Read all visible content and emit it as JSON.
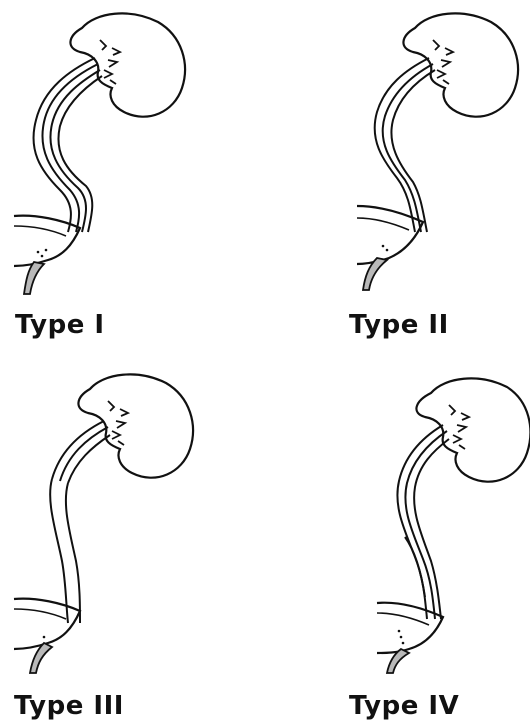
{
  "panels": [
    {
      "label": "Type I"
    },
    {
      "label": "Type II"
    },
    {
      "label": "Type III"
    },
    {
      "label": "Type IV"
    }
  ],
  "colors": {
    "ink": "#111111",
    "ureter_fill": "#b9b9b9",
    "background": "#ffffff"
  }
}
